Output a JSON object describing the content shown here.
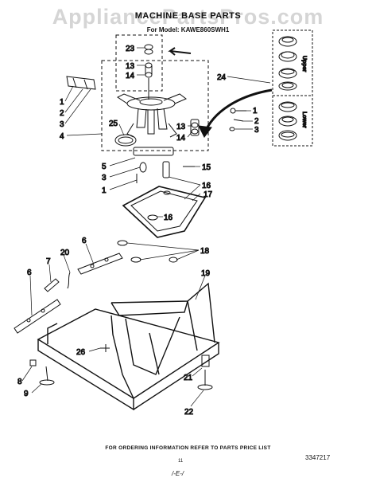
{
  "header": {
    "watermark": "AppliancePartsPros.com",
    "title": "MACHINE BASE PARTS",
    "model_line": "For Model: KAWE860SWH1"
  },
  "inset_labels": {
    "upper": "Upper",
    "lower": "Lower"
  },
  "callouts": [
    {
      "id": "c23",
      "text": "23"
    },
    {
      "id": "c13a",
      "text": "13"
    },
    {
      "id": "c14a",
      "text": "14"
    },
    {
      "id": "c24",
      "text": "24"
    },
    {
      "id": "c1a",
      "text": "1"
    },
    {
      "id": "c2a",
      "text": "2"
    },
    {
      "id": "c3a",
      "text": "3"
    },
    {
      "id": "c4",
      "text": "4"
    },
    {
      "id": "c25",
      "text": "25"
    },
    {
      "id": "c13b",
      "text": "13"
    },
    {
      "id": "c14b",
      "text": "14"
    },
    {
      "id": "c1b",
      "text": "1"
    },
    {
      "id": "c2b",
      "text": "2"
    },
    {
      "id": "c3b",
      "text": "3"
    },
    {
      "id": "c5",
      "text": "5"
    },
    {
      "id": "c3c",
      "text": "3"
    },
    {
      "id": "c1c",
      "text": "1"
    },
    {
      "id": "c15",
      "text": "15"
    },
    {
      "id": "c16a",
      "text": "16"
    },
    {
      "id": "c17",
      "text": "17"
    },
    {
      "id": "c16b",
      "text": "16"
    },
    {
      "id": "c6a",
      "text": "6"
    },
    {
      "id": "c7",
      "text": "7"
    },
    {
      "id": "c20",
      "text": "20"
    },
    {
      "id": "c6b",
      "text": "6"
    },
    {
      "id": "c18",
      "text": "18"
    },
    {
      "id": "c19",
      "text": "19"
    },
    {
      "id": "c26",
      "text": "26"
    },
    {
      "id": "c8",
      "text": "8"
    },
    {
      "id": "c9",
      "text": "9"
    },
    {
      "id": "c21",
      "text": "21"
    },
    {
      "id": "c22",
      "text": "22"
    }
  ],
  "footer": {
    "ordering_note": "FOR ORDERING INFORMATION REFER TO PARTS PRICE LIST",
    "page_number": "11",
    "figure_number": "3347217",
    "signature": "/-E-/"
  }
}
